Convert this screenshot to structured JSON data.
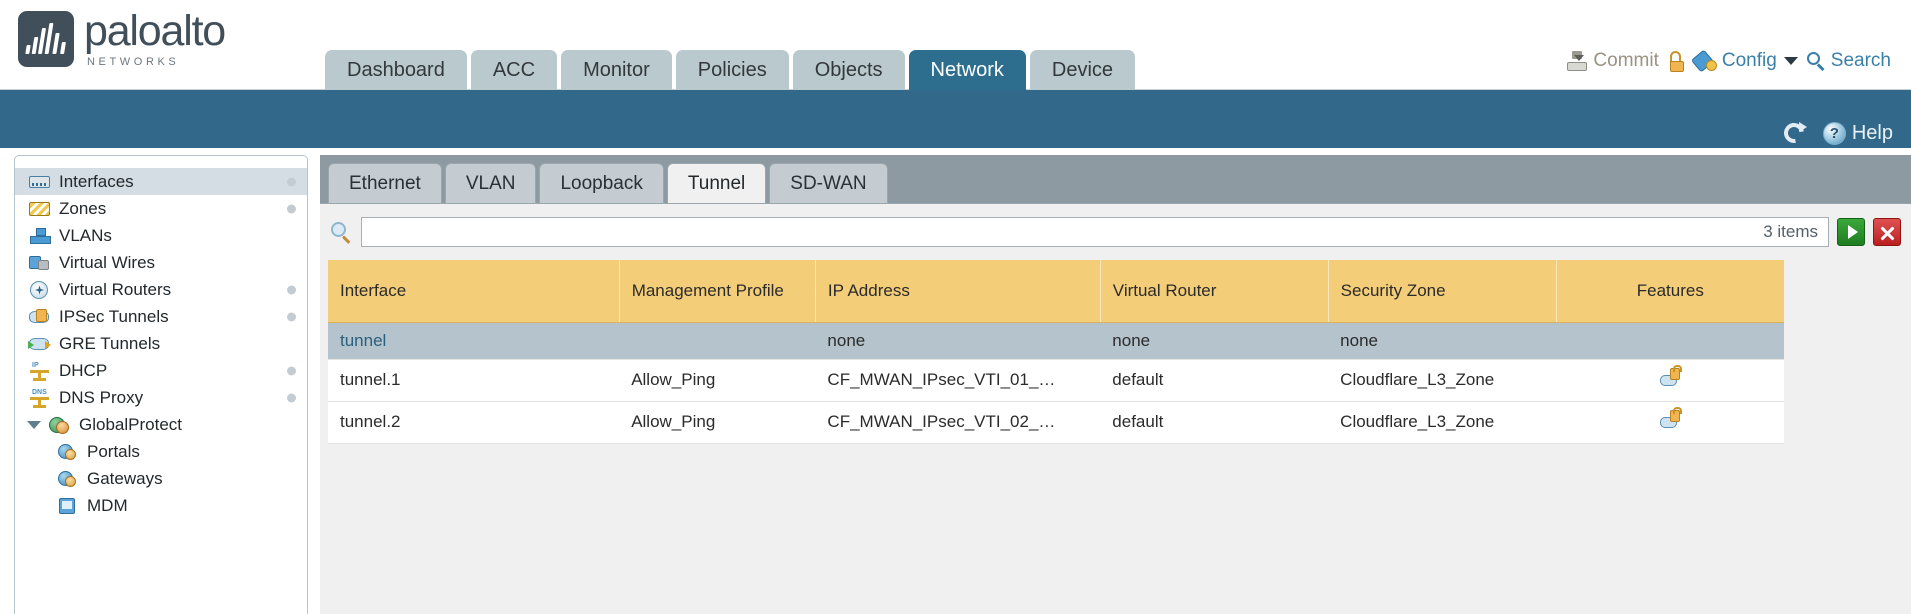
{
  "brand": {
    "name": "paloalto",
    "subtitle": "NETWORKS",
    "logo_color": "#414f5a"
  },
  "nav": {
    "tabs": [
      {
        "label": "Dashboard",
        "active": false
      },
      {
        "label": "ACC",
        "active": false
      },
      {
        "label": "Monitor",
        "active": false
      },
      {
        "label": "Policies",
        "active": false
      },
      {
        "label": "Objects",
        "active": false
      },
      {
        "label": "Network",
        "active": true
      },
      {
        "label": "Device",
        "active": false
      }
    ],
    "active_color": "#2d6e8e",
    "inactive_color": "#b9c9cd"
  },
  "header_actions": {
    "commit": "Commit",
    "config": "Config",
    "search": "Search"
  },
  "teal_bar": {
    "color": "#32688a",
    "help": "Help"
  },
  "sidebar": {
    "items": [
      {
        "label": "Interfaces",
        "icon": "interfaces-icon",
        "selected": true,
        "dot": true,
        "child": false,
        "expandable": false
      },
      {
        "label": "Zones",
        "icon": "zones-icon",
        "selected": false,
        "dot": true,
        "child": false,
        "expandable": false
      },
      {
        "label": "VLANs",
        "icon": "vlans-icon",
        "selected": false,
        "dot": false,
        "child": false,
        "expandable": false
      },
      {
        "label": "Virtual Wires",
        "icon": "virtual-wires-icon",
        "selected": false,
        "dot": false,
        "child": false,
        "expandable": false
      },
      {
        "label": "Virtual Routers",
        "icon": "virtual-routers-icon",
        "selected": false,
        "dot": true,
        "child": false,
        "expandable": false
      },
      {
        "label": "IPSec Tunnels",
        "icon": "ipsec-tunnels-icon",
        "selected": false,
        "dot": true,
        "child": false,
        "expandable": false
      },
      {
        "label": "GRE Tunnels",
        "icon": "gre-tunnels-icon",
        "selected": false,
        "dot": false,
        "child": false,
        "expandable": false
      },
      {
        "label": "DHCP",
        "icon": "dhcp-icon",
        "selected": false,
        "dot": true,
        "child": false,
        "expandable": false
      },
      {
        "label": "DNS Proxy",
        "icon": "dns-proxy-icon",
        "selected": false,
        "dot": true,
        "child": false,
        "expandable": false
      },
      {
        "label": "GlobalProtect",
        "icon": "globalprotect-icon",
        "selected": false,
        "dot": false,
        "child": false,
        "expandable": true
      },
      {
        "label": "Portals",
        "icon": "portals-icon",
        "selected": false,
        "dot": false,
        "child": true,
        "expandable": false
      },
      {
        "label": "Gateways",
        "icon": "gateways-icon",
        "selected": false,
        "dot": false,
        "child": true,
        "expandable": false
      },
      {
        "label": "MDM",
        "icon": "mdm-icon",
        "selected": false,
        "dot": false,
        "child": true,
        "expandable": false
      }
    ]
  },
  "main": {
    "subtabs": [
      {
        "label": "Ethernet",
        "active": false
      },
      {
        "label": "VLAN",
        "active": false
      },
      {
        "label": "Loopback",
        "active": false
      },
      {
        "label": "Tunnel",
        "active": true
      },
      {
        "label": "SD-WAN",
        "active": false
      }
    ],
    "search": {
      "value": "",
      "placeholder": ""
    },
    "items_count": "3 items",
    "table": {
      "columns": [
        "Interface",
        "Management Profile",
        "IP Address",
        "Virtual Router",
        "Security Zone",
        "Features"
      ],
      "rows": [
        {
          "interface": "tunnel",
          "management_profile": "",
          "ip_address": "none",
          "virtual_router": "none",
          "security_zone": "none",
          "features": "",
          "selected": true
        },
        {
          "interface": "tunnel.1",
          "management_profile": "Allow_Ping",
          "ip_address": "CF_MWAN_IPsec_VTI_01_…",
          "virtual_router": "default",
          "security_zone": "Cloudflare_L3_Zone",
          "features": "ipsec-lock-icon",
          "selected": false
        },
        {
          "interface": "tunnel.2",
          "management_profile": "Allow_Ping",
          "ip_address": "CF_MWAN_IPsec_VTI_02_…",
          "virtual_router": "default",
          "security_zone": "Cloudflare_L3_Zone",
          "features": "ipsec-lock-icon",
          "selected": false
        }
      ]
    }
  },
  "colors": {
    "table_header": "#f3cd78",
    "row_selected": "#b4c3cc",
    "link": "#2f7fa8"
  }
}
